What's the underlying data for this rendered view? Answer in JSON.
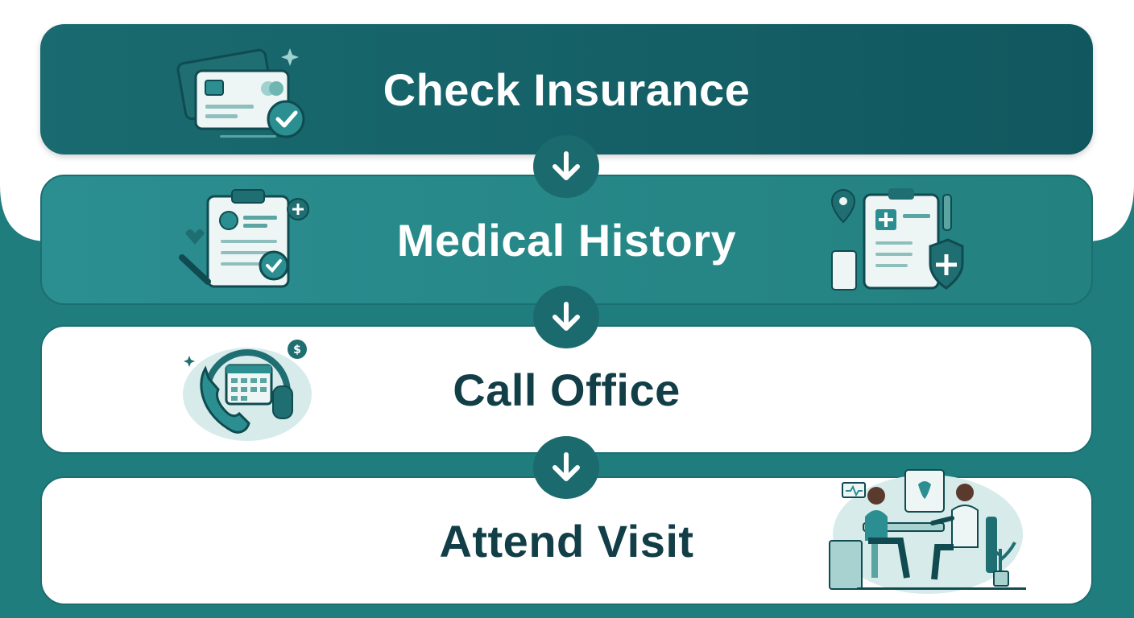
{
  "steps": [
    {
      "label": "Check Insurance"
    },
    {
      "label": "Medical History"
    },
    {
      "label": "Call Office"
    },
    {
      "label": "Attend Visit"
    }
  ],
  "icons": {
    "step1": "insurance-card-check-icon",
    "step2_left": "clipboard-form-icon",
    "step2_right": "medical-records-shield-icon",
    "step3": "phone-headset-calendar-icon",
    "step4": "doctor-patient-consultation-icon",
    "connector": "arrow-down-icon"
  },
  "colors": {
    "dark_teal": "#11575f",
    "teal": "#2b8e91",
    "text_dark": "#123f47",
    "white": "#ffffff"
  }
}
